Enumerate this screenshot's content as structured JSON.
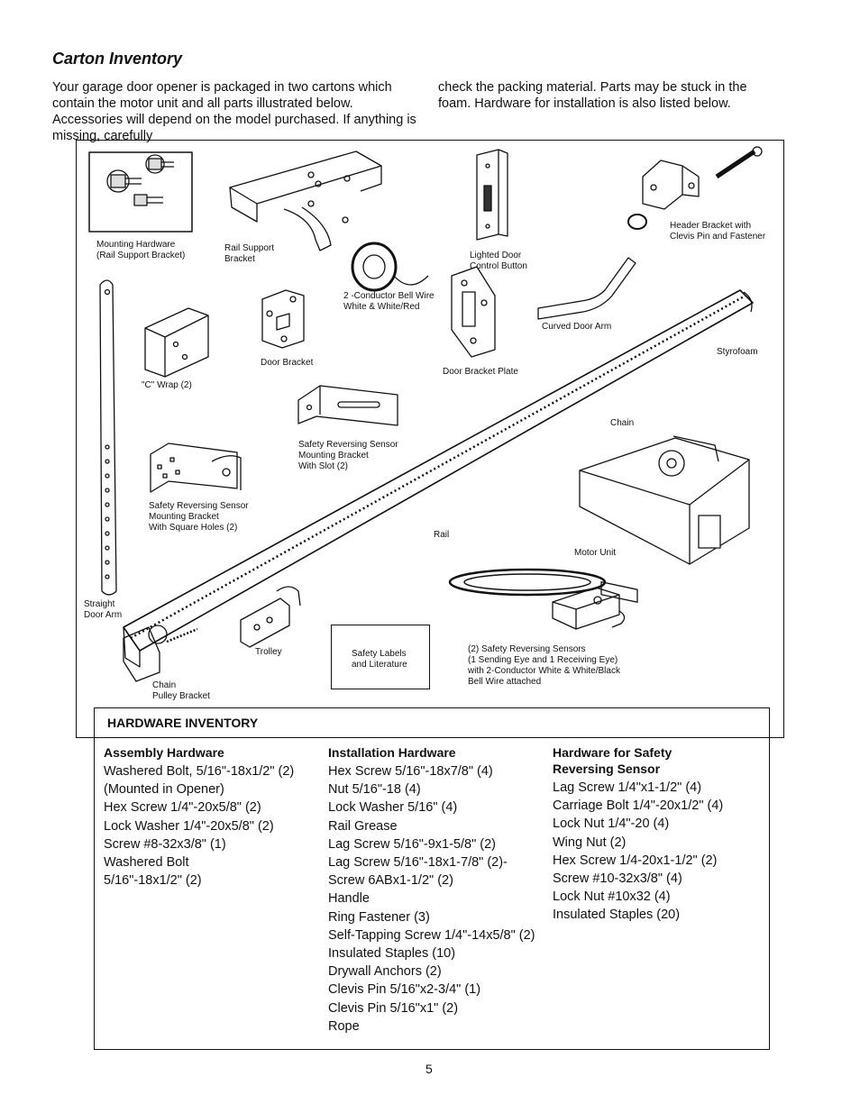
{
  "title": "Carton Inventory",
  "intro": {
    "left": "Your garage door opener is packaged in two cartons which contain the motor unit and all parts illustrated below. Accessories will depend on the model purchased. If anything is missing, carefully",
    "right": "check the packing material. Parts may be stuck in the foam. Hardware for installation is also listed below."
  },
  "figure_labels": {
    "mounting_hardware": "Mounting Hardware\n(Rail Support Bracket)",
    "rail_support_bracket": "Rail Support\nBracket",
    "bell_wire": "2 -Conductor Bell Wire\nWhite & White/Red",
    "lighted_button": "Lighted Door\nControl Button",
    "header_bracket": "Header Bracket with\nClevis Pin and Fastener",
    "curved_arm": "Curved Door Arm",
    "door_bracket": "Door Bracket",
    "door_bracket_plate": "Door Bracket Plate",
    "styrofoam": "Styrofoam",
    "c_wrap": "\"C\" Wrap (2)",
    "chain": "Chain",
    "sensor_bracket_slot": "Safety Reversing Sensor\nMounting Bracket\nWith Slot (2)",
    "sensor_bracket_square": "Safety Reversing Sensor\nMounting Bracket\nWith Square Holes (2)",
    "rail": "Rail",
    "motor_unit": "Motor Unit",
    "straight_arm": "Straight\nDoor Arm",
    "trolley": "Trolley",
    "safety_labels": "Safety Labels\nand Literature",
    "sensors": "(2) Safety Reversing Sensors\n(1 Sending Eye and 1 Receiving Eye)\nwith 2-Conductor White & White/Black\nBell Wire attached",
    "chain_pulley": "Chain\nPulley Bracket"
  },
  "hardware": {
    "heading": "HARDWARE INVENTORY",
    "columns": [
      {
        "title": "Assembly Hardware",
        "items": [
          "Washered Bolt, 5/16\"-18x1/2\" (2)\n(Mounted in Opener)",
          "Hex Screw 1/4\"-20x5/8\" (2)",
          "Lock Washer 1/4\"-20x5/8\" (2)",
          "Screw #8-32x3/8\" (1)",
          "Washered Bolt\n5/16\"-18x1/2\" (2)"
        ]
      },
      {
        "title": "Installation Hardware",
        "items": [
          "Hex Screw 5/16\"-18x7/8\" (4)",
          "Nut 5/16\"-18 (4)",
          "Lock Washer 5/16\" (4)",
          "Rail Grease",
          "Lag Screw 5/16\"-9x1-5/8\" (2)",
          "Lag Screw 5/16\"-18x1-7/8\" (2)-",
          "Screw 6ABx1-1/2\" (2)",
          "Handle",
          "Ring Fastener (3)",
          "Self-Tapping Screw 1/4\"-14x5/8\" (2)",
          "Insulated Staples (10)",
          "Drywall Anchors (2)",
          "Clevis Pin 5/16\"x2-3/4\" (1)",
          "Clevis Pin 5/16\"x1\" (2)",
          "Rope"
        ]
      },
      {
        "title": "Hardware for Safety\nReversing Sensor",
        "items": [
          "Lag Screw 1/4\"x1-1/2\" (4)",
          "Carriage Bolt 1/4\"-20x1/2\" (4)",
          "Lock Nut 1/4\"-20 (4)",
          "Wing Nut (2)",
          "Hex Screw 1/4-20x1-1/2\" (2)",
          "Screw #10-32x3/8\" (4)",
          "Lock Nut #10x32 (4)",
          "Insulated Staples (20)"
        ]
      }
    ]
  },
  "page_number": "5"
}
